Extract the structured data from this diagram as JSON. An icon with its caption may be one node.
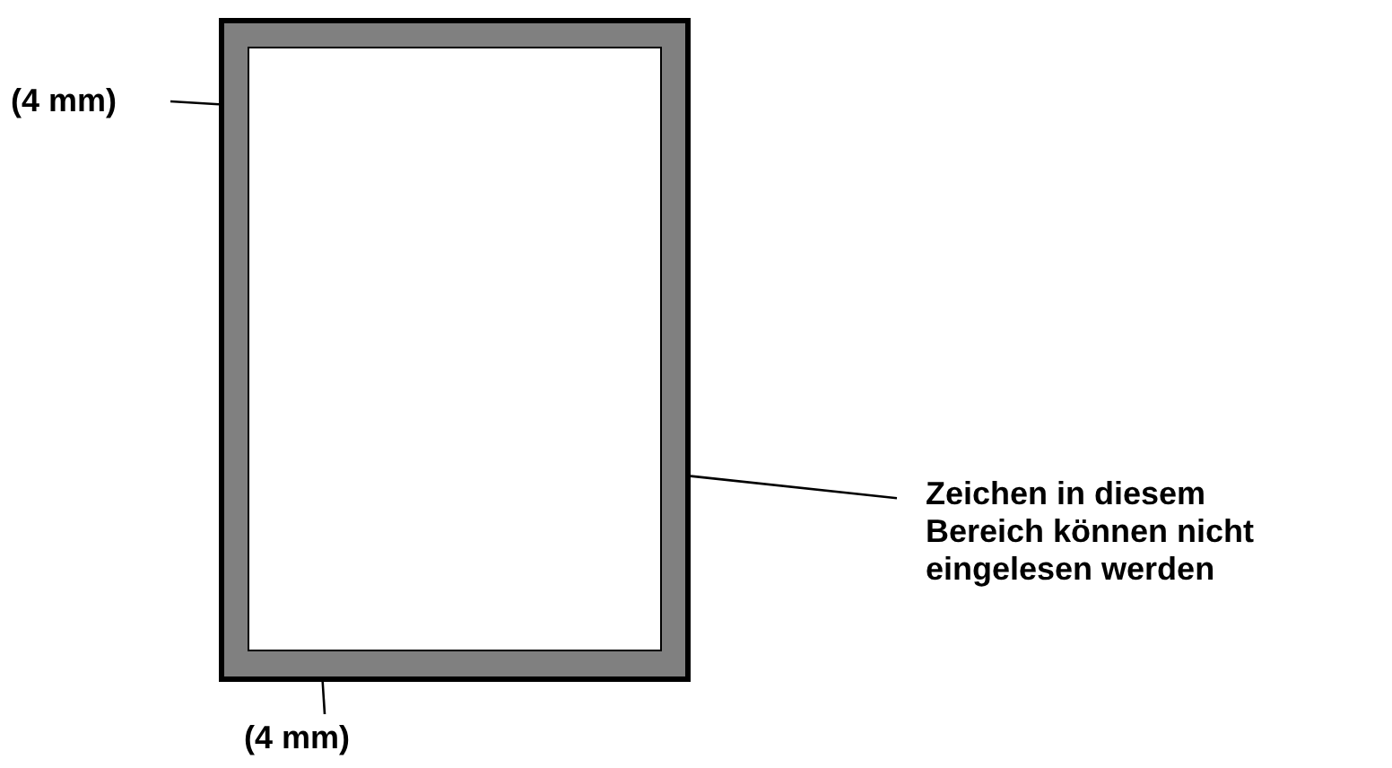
{
  "diagram": {
    "nodes": [
      {
        "text": [],
        "shape": "box"
      },
      {
        "text": [
          "(4 mm)"
        ]
      },
      {
        "text": [
          "Zeichen in diesem Bereich können nicht eingelesen werden"
        ]
      },
      {
        "text": [
          "(4 mm)"
        ]
      }
    ],
    "edges": [
      {
        "from": 1,
        "to": 0,
        "arrow": "none"
      },
      {
        "from": 2,
        "to": 0,
        "arrow": "none"
      },
      {
        "from": 3,
        "to": 0,
        "arrow": "none"
      }
    ]
  }
}
